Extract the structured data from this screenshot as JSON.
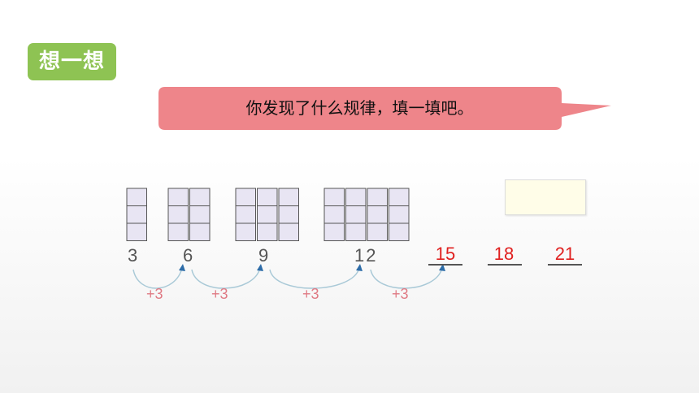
{
  "header": {
    "badge_label": "想一想"
  },
  "prompt": {
    "text": "你发现了什么规律，填一填吧。"
  },
  "sequence": {
    "numbers": [
      "3",
      "6",
      "9",
      "12"
    ],
    "stacks": [
      1,
      2,
      3,
      4
    ],
    "step_labels": [
      "+3",
      "+3",
      "+3",
      "+3"
    ],
    "answers": [
      "15",
      "18",
      "21"
    ]
  },
  "colors": {
    "badge": "#8ec353",
    "bubble": "#ee858a",
    "answer": "#e0201f",
    "step": "#e07a84",
    "arrow": "#a9c9d7",
    "arrow_head": "#2d6ca8",
    "cube_fill": "#e8e5f3",
    "cube_stroke": "#555555"
  }
}
